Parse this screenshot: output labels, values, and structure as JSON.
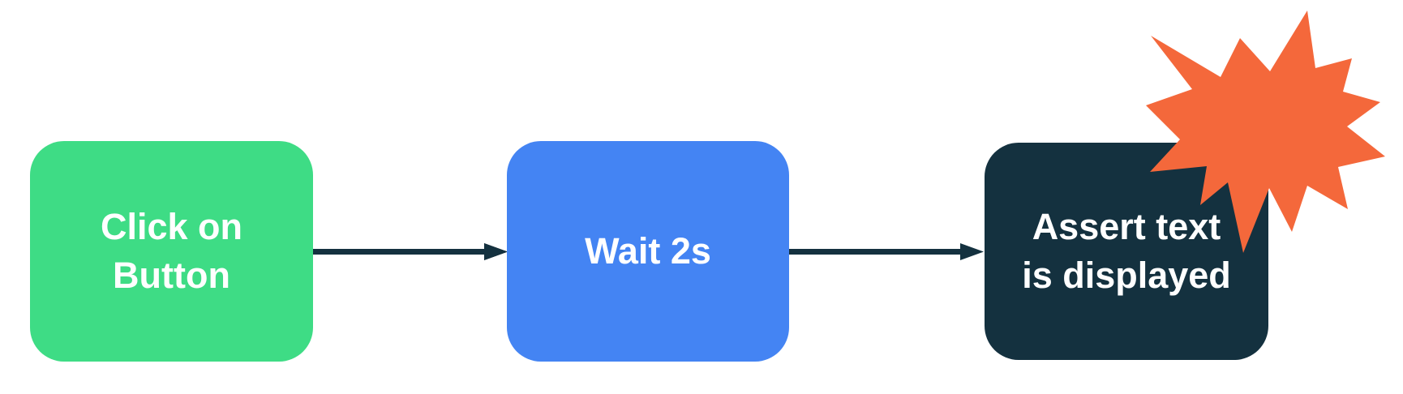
{
  "diagram": {
    "background_color": "#ffffff",
    "arrow_color": "#14313f",
    "text_color": "#ffffff",
    "nodes": [
      {
        "id": "click-on-button",
        "label": "Click on Button",
        "lines": [
          "Click on",
          "Button"
        ],
        "color": "#3edc85"
      },
      {
        "id": "wait-2s",
        "label": "Wait 2s",
        "lines": [
          "Wait 2s",
          ""
        ],
        "color": "#4484f3"
      },
      {
        "id": "assert-text-is-displayed",
        "label": "Assert text is displayed",
        "lines": [
          "Assert text",
          "is displayed"
        ],
        "color": "#14313f"
      }
    ],
    "connections": [
      {
        "from": "click-on-button",
        "to": "wait-2s"
      },
      {
        "from": "wait-2s",
        "to": "assert-text-is-displayed"
      }
    ],
    "burst": {
      "meaning": "explosion-burst",
      "color": "#f4683b"
    }
  }
}
